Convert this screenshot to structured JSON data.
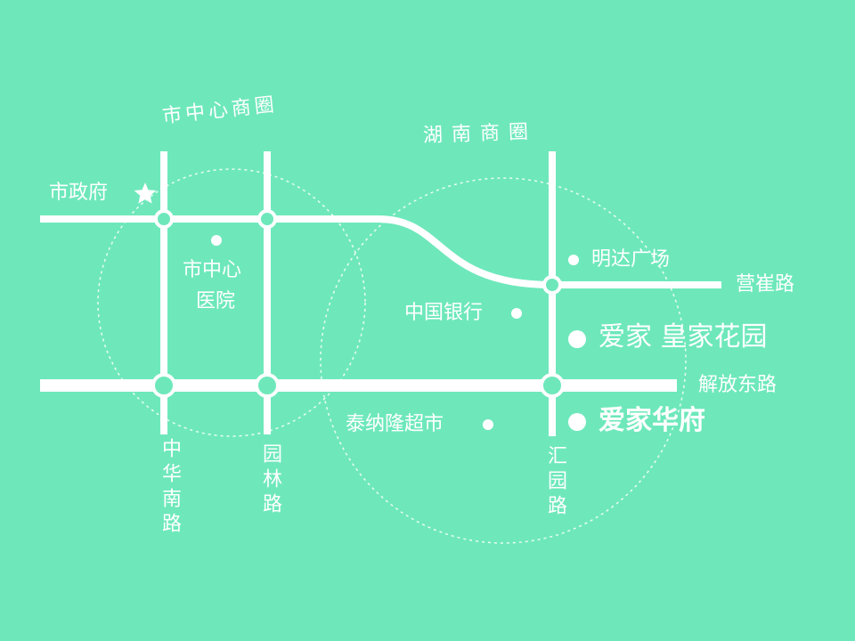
{
  "colors": {
    "background": "#6ee8bb",
    "roads": "#ffffff",
    "districts": "#ffffff"
  },
  "districts": {
    "city_center": "市中心商圈",
    "hunan": "湖南商圈"
  },
  "roads": {
    "yingcui": "营崔路",
    "jiefang_east": "解放东路",
    "zhonghua_south": "中华南路",
    "yuanlin": "园林路",
    "huiyuan": "汇园路"
  },
  "places": {
    "city_government": "市政府",
    "city_hospital_line1": "市中心",
    "city_hospital_line2": "医院",
    "mingda_plaza": "明达广场",
    "bank_of_china": "中国银行",
    "tainalong_supermarket": "泰纳隆超市"
  },
  "projects": {
    "royal_garden": "爱家 皇家花园",
    "huafu": "爱家华府"
  },
  "icons": {
    "city_government": "star-icon"
  }
}
